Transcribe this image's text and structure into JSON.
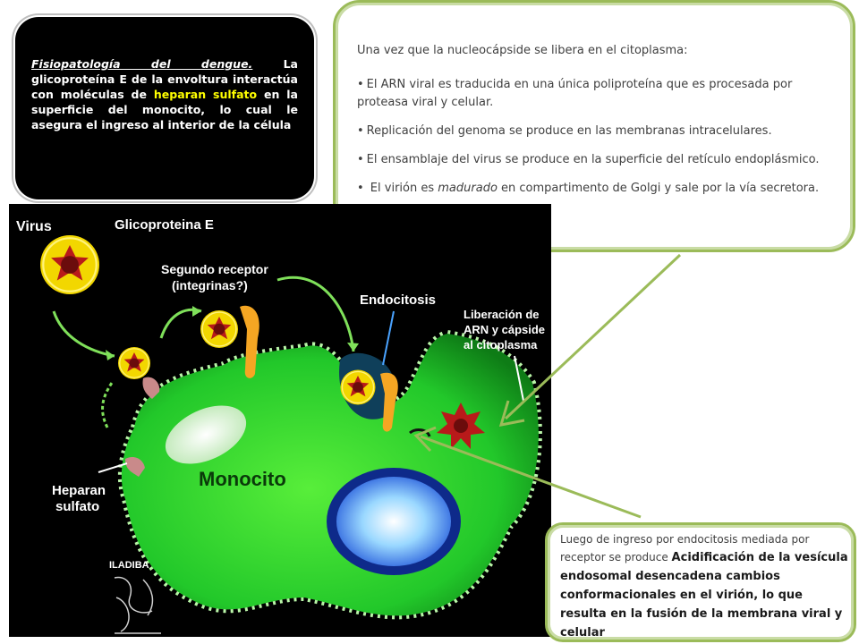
{
  "black_box": {
    "title": "Fisiopatología del dengue.",
    "text_1": " La glicoproteína E de la envoltura interactúa con moléculas de ",
    "highlight": "heparan sulfato",
    "text_2": " en la superficie del monocito, lo cual le asegura el ingreso al interior de la célula"
  },
  "info_top": {
    "intro": "Una vez  que  la nucleocápside se libera en el citoplasma:",
    "bullets": [
      "El ARN viral es traducida en una única poliproteína que es procesada por proteasa viral y celular.",
      "Replicación del genoma se produce en las membranas intracelulares.",
      "El ensamblaje del virus se produce en la superficie del retículo endoplásmico."
    ],
    "last_bullet": {
      "pre": " El virión es ",
      "italic": "madurado",
      "post": " en compartimento de Golgi y sale por la vía secretora."
    }
  },
  "figure": {
    "labels": {
      "virus": "Virus",
      "glicoproteina": "Glicoproteina E",
      "segundo_receptor": "Segundo receptor",
      "integrinas": "(integrinas?)",
      "endocitosis": "Endocitosis",
      "liberacion_1": "Liberación de",
      "liberacion_2": "ARN y cápside",
      "liberacion_3": "al citoplasma",
      "monocito": "Monocito",
      "heparan_1": "Heparan",
      "heparan_2": "sulfato",
      "logo": "ILADIBA"
    }
  },
  "info_bottom": {
    "plain": "Luego de ingreso por endocitosis mediada por receptor se produce ",
    "strong": "Acidificación de la vesícula endosomal desencadena cambios conformacionales en el virión, lo que resulta en la fusión de la membrana viral y celular"
  },
  "colors": {
    "accent_border": "#9bbb59",
    "highlight": "#ffff00",
    "cell_green": "#2fd12f",
    "virus_yellow": "#f2d700",
    "virus_red": "#b81a1a"
  }
}
